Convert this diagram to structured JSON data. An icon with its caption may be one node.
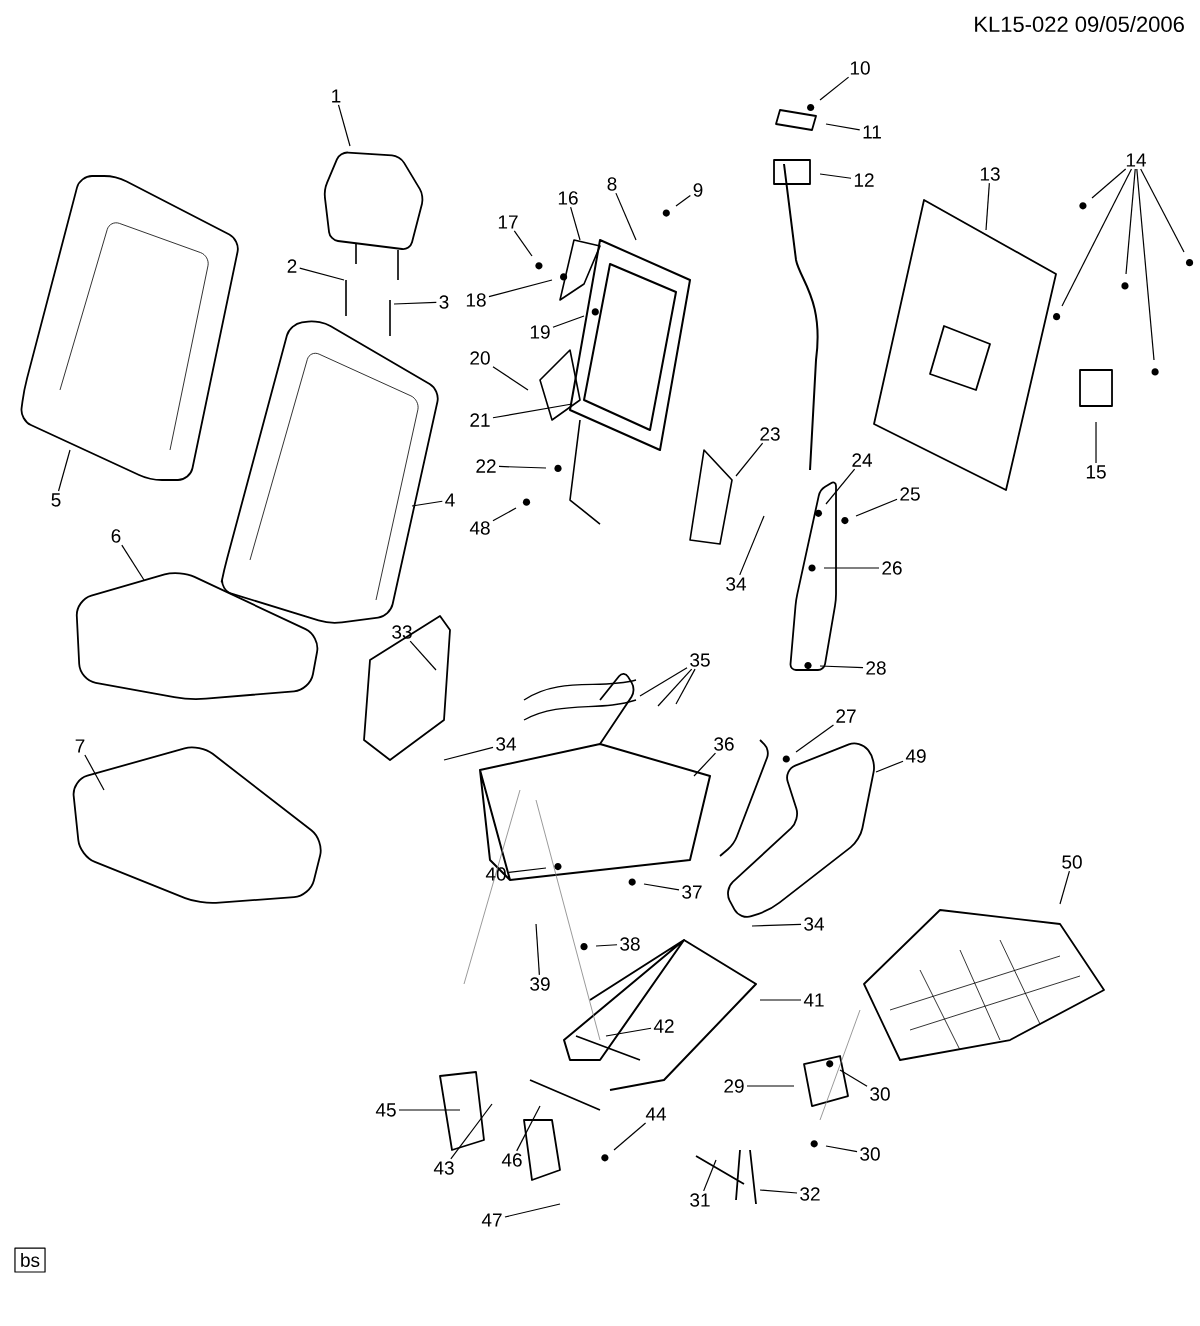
{
  "diagram": {
    "nodes": [
      {
        "text": [
          "1"
        ]
      },
      {
        "text": [
          "2"
        ]
      },
      {
        "text": [
          "3"
        ]
      },
      {
        "text": [
          "4"
        ]
      },
      {
        "text": [
          "5"
        ]
      },
      {
        "text": [
          "6"
        ]
      },
      {
        "text": [
          "7"
        ]
      },
      {
        "text": [
          "8"
        ]
      },
      {
        "text": [
          "9"
        ]
      },
      {
        "text": [
          "10"
        ]
      },
      {
        "text": [
          "11"
        ]
      },
      {
        "text": [
          "12"
        ]
      },
      {
        "text": [
          "13"
        ]
      },
      {
        "text": [
          "14"
        ]
      },
      {
        "text": [
          "15"
        ]
      },
      {
        "text": [
          "16"
        ]
      },
      {
        "text": [
          "17"
        ]
      },
      {
        "text": [
          "18"
        ]
      },
      {
        "text": [
          "19"
        ]
      },
      {
        "text": [
          "20"
        ]
      },
      {
        "text": [
          "21"
        ]
      },
      {
        "text": [
          "22"
        ]
      },
      {
        "text": [
          "23"
        ]
      },
      {
        "text": [
          "24"
        ]
      },
      {
        "text": [
          "25"
        ]
      },
      {
        "text": [
          "26"
        ]
      },
      {
        "text": [
          "34"
        ]
      },
      {
        "text": [
          "48"
        ]
      },
      {
        "text": [
          "28"
        ]
      },
      {
        "text": [
          "27"
        ]
      },
      {
        "text": [
          "49"
        ]
      },
      {
        "text": [
          "50"
        ]
      },
      {
        "text": [
          "33"
        ]
      },
      {
        "text": [
          "35"
        ]
      },
      {
        "text": [
          "34"
        ]
      },
      {
        "text": [
          "36"
        ]
      },
      {
        "text": [
          "40"
        ]
      },
      {
        "text": [
          "37"
        ]
      },
      {
        "text": [
          "34"
        ]
      },
      {
        "text": [
          "38"
        ]
      },
      {
        "text": [
          "39"
        ]
      },
      {
        "text": [
          "41"
        ]
      },
      {
        "text": [
          "42"
        ]
      },
      {
        "text": [
          "29"
        ]
      },
      {
        "text": [
          "30"
        ]
      },
      {
        "text": [
          "30"
        ]
      },
      {
        "text": [
          "45"
        ]
      },
      {
        "text": [
          "43"
        ]
      },
      {
        "text": [
          "46"
        ]
      },
      {
        "text": [
          "44"
        ]
      },
      {
        "text": [
          "47"
        ]
      },
      {
        "text": [
          "31"
        ]
      },
      {
        "text": [
          "32"
        ]
      },
      {
        "text": [
          "bs"
        ]
      }
    ],
    "edges": [
      {
        "from": 0,
        "to": null,
        "arrow": "none"
      },
      {
        "from": 1,
        "to": null,
        "arrow": "none"
      },
      {
        "from": 2,
        "to": null,
        "arrow": "none"
      },
      {
        "from": 3,
        "to": null,
        "arrow": "none"
      },
      {
        "from": 4,
        "to": null,
        "arrow": "none"
      },
      {
        "from": 5,
        "to": null,
        "arrow": "none"
      },
      {
        "from": 6,
        "to": null,
        "arrow": "none"
      },
      {
        "from": 7,
        "to": null,
        "arrow": "none"
      },
      {
        "from": 8,
        "to": null,
        "arrow": "none"
      },
      {
        "from": 9,
        "to": null,
        "arrow": "none"
      },
      {
        "from": 10,
        "to": null,
        "arrow": "none"
      },
      {
        "from": 11,
        "to": null,
        "arrow": "none"
      },
      {
        "from": 12,
        "to": null,
        "arrow": "none"
      },
      {
        "from": 13,
        "to": null,
        "arrow": "none"
      },
      {
        "from": 13,
        "to": null,
        "arrow": "none"
      },
      {
        "from": 13,
        "to": null,
        "arrow": "none"
      },
      {
        "from": 13,
        "to": null,
        "arrow": "none"
      },
      {
        "from": 13,
        "to": null,
        "arrow": "none"
      },
      {
        "from": 14,
        "to": null,
        "arrow": "none"
      },
      {
        "from": 15,
        "to": null,
        "arrow": "none"
      },
      {
        "from": 16,
        "to": null,
        "arrow": "none"
      },
      {
        "from": 17,
        "to": null,
        "arrow": "none"
      },
      {
        "from": 18,
        "to": null,
        "arrow": "none"
      },
      {
        "from": 19,
        "to": null,
        "arrow": "none"
      },
      {
        "from": 20,
        "to": null,
        "arrow": "none"
      },
      {
        "from": 21,
        "to": null,
        "arrow": "none"
      },
      {
        "from": 22,
        "to": null,
        "arrow": "none"
      },
      {
        "from": 23,
        "to": null,
        "arrow": "none"
      },
      {
        "from": 24,
        "to": null,
        "arrow": "none"
      },
      {
        "from": 25,
        "to": null,
        "arrow": "none"
      },
      {
        "from": 26,
        "to": null,
        "arrow": "none"
      },
      {
        "from": 27,
        "to": null,
        "arrow": "none"
      },
      {
        "from": 28,
        "to": null,
        "arrow": "none"
      },
      {
        "from": 29,
        "to": null,
        "arrow": "none"
      },
      {
        "from": 30,
        "to": null,
        "arrow": "none"
      },
      {
        "from": 31,
        "to": null,
        "arrow": "none"
      },
      {
        "from": 32,
        "to": null,
        "arrow": "none"
      },
      {
        "from": 33,
        "to": null,
        "arrow": "none"
      },
      {
        "from": 33,
        "to": null,
        "arrow": "none"
      },
      {
        "from": 33,
        "to": null,
        "arrow": "none"
      },
      {
        "from": 34,
        "to": null,
        "arrow": "none"
      },
      {
        "from": 35,
        "to": null,
        "arrow": "none"
      },
      {
        "from": 36,
        "to": null,
        "arrow": "none"
      },
      {
        "from": 37,
        "to": null,
        "arrow": "none"
      },
      {
        "from": 38,
        "to": null,
        "arrow": "none"
      },
      {
        "from": 39,
        "to": null,
        "arrow": "none"
      },
      {
        "from": 40,
        "to": null,
        "arrow": "none"
      },
      {
        "from": 41,
        "to": null,
        "arrow": "none"
      },
      {
        "from": 42,
        "to": null,
        "arrow": "none"
      },
      {
        "from": 43,
        "to": null,
        "arrow": "none"
      },
      {
        "from": 44,
        "to": null,
        "arrow": "none"
      },
      {
        "from": 45,
        "to": null,
        "arrow": "none"
      },
      {
        "from": 46,
        "to": null,
        "arrow": "none"
      },
      {
        "from": 47,
        "to": null,
        "arrow": "none"
      },
      {
        "from": 48,
        "to": null,
        "arrow": "none"
      },
      {
        "from": 49,
        "to": null,
        "arrow": "none"
      },
      {
        "from": 50,
        "to": null,
        "arrow": "none"
      },
      {
        "from": 51,
        "to": null,
        "arrow": "none"
      },
      {
        "from": 52,
        "to": null,
        "arrow": "none"
      }
    ],
    "labels": [
      "KL15-022  09/05/2006"
    ]
  }
}
